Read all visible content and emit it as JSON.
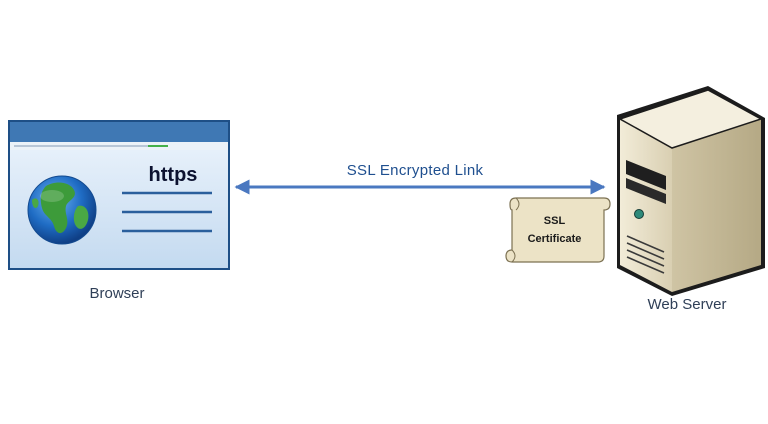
{
  "browser": {
    "label": "Browser",
    "address_text": "https",
    "icon": "globe-icon"
  },
  "link": {
    "label": "SSL Encrypted Link"
  },
  "certificate": {
    "line1": "SSL",
    "line2": "Certificate"
  },
  "server": {
    "label": "Web Server",
    "icon": "server-tower-icon"
  },
  "colors": {
    "arrow": "#4a78c0",
    "browser_frame": "#1e4f86",
    "browser_bar": "#3f78b4",
    "browser_body": "#d2e4f5",
    "server_case": "#e9e0c8",
    "certificate_paper": "#ece3c6",
    "label_text": "#2f3f57"
  }
}
